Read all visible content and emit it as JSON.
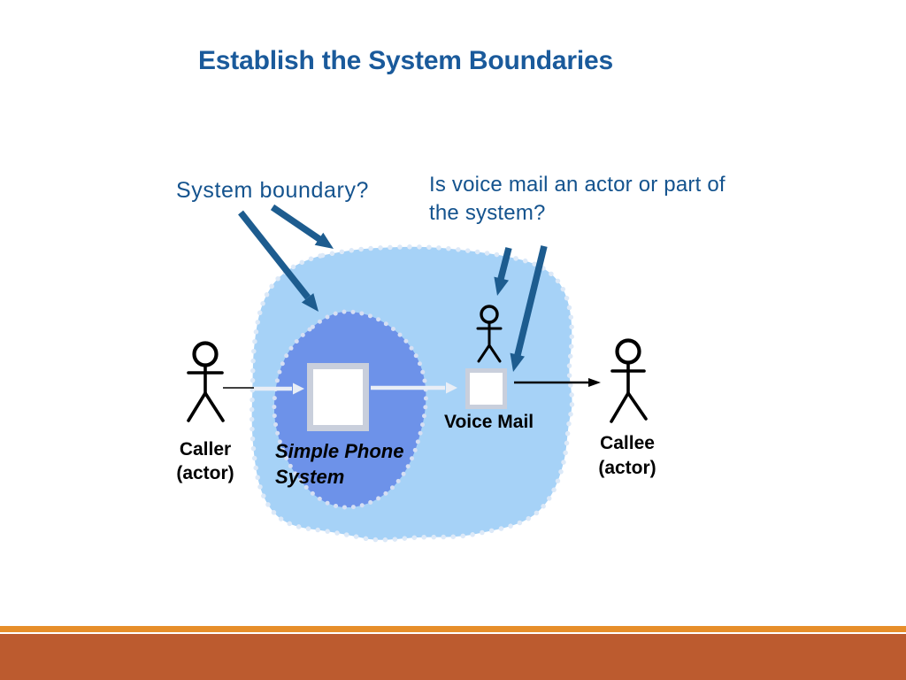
{
  "slide": {
    "title": "Establish the System Boundaries",
    "system_boundary_label": "System boundary?",
    "voice_mail_question": {
      "line1": "Is voice mail an actor or part of",
      "line2": "the system?"
    },
    "diagram": {
      "caller": {
        "line1": "Caller",
        "line2": "(actor)"
      },
      "callee": {
        "line1": "Callee",
        "line2": "(actor)"
      },
      "system_box": {
        "line1": "Simple Phone",
        "line2": "System"
      },
      "voice_mail_label": "Voice Mail"
    },
    "colors": {
      "title_text": "#1A5A9B",
      "annotation_text": "#14538E",
      "annotation_arrow": "#1D5C8F",
      "outer_cloud": "#A6D2F7",
      "outer_cloud_dots": "#DCE9F8",
      "inner_blob": "#6D92E9",
      "inner_blob_dots": "#D6DFF3",
      "box_border": "#C9CFDC",
      "box_fill": "#FFFFFF",
      "figure_black": "#000000",
      "light_arrow": "#E9EEF6",
      "footer_stripe": "#E78E2A",
      "footer_bar": "#BC5B2F"
    }
  }
}
